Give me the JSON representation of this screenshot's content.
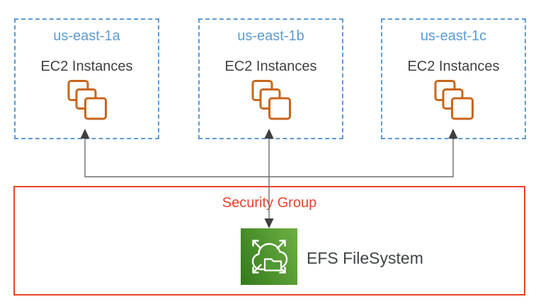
{
  "availability_zones": [
    {
      "name": "us-east-1a",
      "service_label": "EC2 Instances"
    },
    {
      "name": "us-east-1b",
      "service_label": "EC2 Instances"
    },
    {
      "name": "us-east-1c",
      "service_label": "EC2 Instances"
    }
  ],
  "security_group": {
    "label": "Security Group"
  },
  "efs": {
    "label": "EFS FileSystem"
  },
  "icons": {
    "ec2": "ec2-instances-icon",
    "efs": "efs-filesystem-icon",
    "connectors": "arrow-connector-lines"
  },
  "colors": {
    "az_border_blue": "#5b9bd5",
    "az_label_blue": "#5b9bd5",
    "ec2_orange": "#c8661b",
    "text_dark": "#404040",
    "security_group_red": "#e8432b",
    "connector_line_gray": "#6e6e6e",
    "arrowhead_gray": "#3f3f3f",
    "efs_green_dark": "#377e1e",
    "efs_green_light": "#68ac40"
  }
}
